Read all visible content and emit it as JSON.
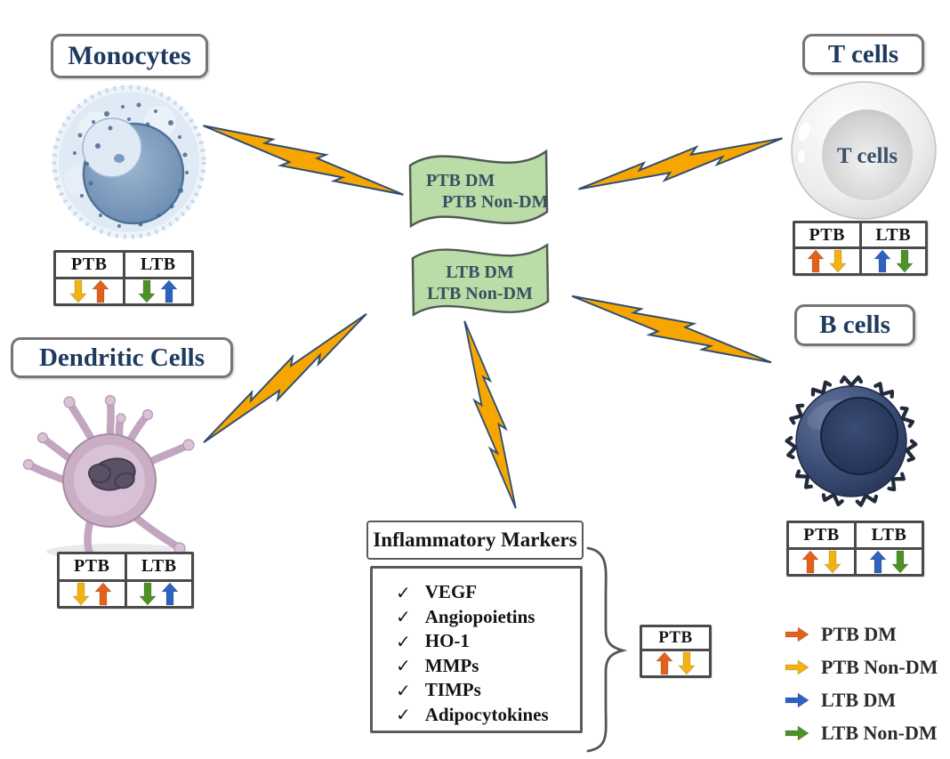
{
  "cells": {
    "monocytes": {
      "label": "Monocytes"
    },
    "dendritic": {
      "label": "Dendritic Cells"
    },
    "tcells": {
      "label": "T cells",
      "cell_text": "T cells"
    },
    "bcells": {
      "label": "B cells"
    }
  },
  "banners": {
    "ptb": {
      "line1": "PTB DM",
      "line2": "PTB Non-DM"
    },
    "ltb": {
      "line1": "LTB DM",
      "line2": "LTB Non-DM"
    }
  },
  "tables": {
    "monocytes": {
      "headers": [
        "PTB",
        "LTB"
      ],
      "arrows": [
        [
          "down-yellow",
          "up-orange"
        ],
        [
          "down-green",
          "up-blue"
        ]
      ]
    },
    "dendritic": {
      "headers": [
        "PTB",
        "LTB"
      ],
      "arrows": [
        [
          "down-yellow",
          "up-orange"
        ],
        [
          "down-green",
          "up-blue"
        ]
      ]
    },
    "tcells": {
      "headers": [
        "PTB",
        "LTB"
      ],
      "arrows": [
        [
          "up-orange",
          "down-yellow"
        ],
        [
          "up-blue",
          "down-green"
        ]
      ]
    },
    "bcells": {
      "headers": [
        "PTB",
        "LTB"
      ],
      "arrows": [
        [
          "up-orange",
          "down-yellow"
        ],
        [
          "up-blue",
          "down-green"
        ]
      ]
    },
    "markers": {
      "headers": [
        "PTB"
      ],
      "arrows": [
        [
          "up-orange",
          "down-yellow"
        ]
      ]
    }
  },
  "markers": {
    "title": "Inflammatory Markers",
    "items": [
      "VEGF",
      "Angiopoietins",
      "HO-1",
      "MMPs",
      "TIMPs",
      "Adipocytokines"
    ]
  },
  "legend": {
    "entries": [
      {
        "arrow": "right-orange",
        "label": "PTB DM"
      },
      {
        "arrow": "right-yellow",
        "label": "PTB Non-DM"
      },
      {
        "arrow": "right-blue",
        "label": "LTB DM"
      },
      {
        "arrow": "right-green",
        "label": "LTB Non-DM"
      }
    ]
  },
  "icons": {
    "check": "✓"
  },
  "colors": {
    "orange": "#E2621B",
    "yellow": "#F2B212",
    "blue": "#2D62C1",
    "green": "#4D9226",
    "banner_green": "#BBDCA6",
    "banner_border": "#4E5B52",
    "bolt_fill": "#F7A600",
    "bolt_stroke": "#2F4D73",
    "label_text": "#1E3A5F",
    "table_border": "#4A4A4A",
    "brace": "#555555"
  }
}
